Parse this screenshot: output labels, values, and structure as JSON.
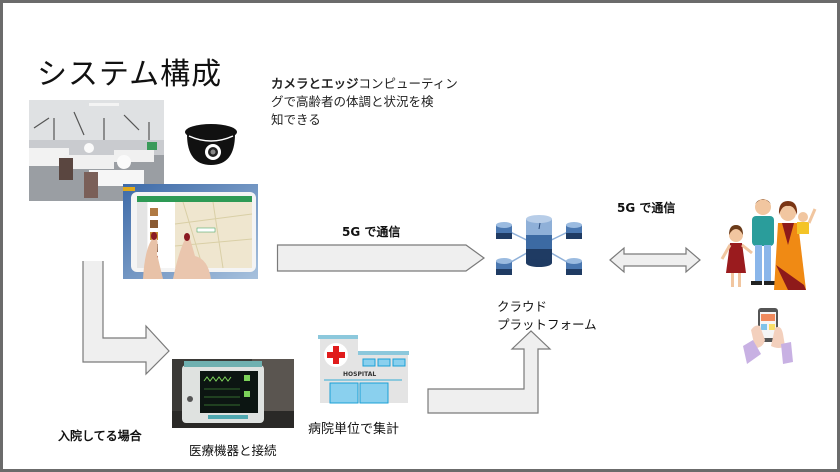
{
  "slide": {
    "title": "システム構成",
    "description": {
      "bold_part": "カメラとエッジ",
      "rest_line1": "コンピューティン",
      "line2": "グで高齢者の体調と状況を検",
      "line3": "知できる"
    },
    "labels": {
      "top_arrow": "5G で通信",
      "right_arrow": "5G で通信",
      "cloud_line1": "クラウド",
      "cloud_line2": "プラットフォーム",
      "hospitalized": "入院してる場合",
      "medical_device": "医療機器と接続",
      "hospital_aggregate": "病院単位で集計",
      "hospital_sign": "HOSPITAL"
    },
    "images": [
      {
        "name": "hospital-ward-photo",
        "subject": "hospital ward with beds"
      },
      {
        "name": "dome-camera-icon",
        "subject": "security dome camera"
      },
      {
        "name": "tablet-map-photo",
        "subject": "hands using tablet with map"
      },
      {
        "name": "cloud-database-icon",
        "subject": "central database connected to four databases"
      },
      {
        "name": "family-illustration",
        "subject": "family of four"
      },
      {
        "name": "smartphone-hands-icon",
        "subject": "hands holding smartphone"
      },
      {
        "name": "patient-monitor-photo",
        "subject": "medical vital signs monitor"
      },
      {
        "name": "hospital-building-icon",
        "subject": "hospital building with red cross"
      }
    ],
    "colors": {
      "arrow_fill": "#efefef",
      "arrow_stroke": "#7a7a7a",
      "frame": "#6b6b6b",
      "db_dark": "#1f3b63",
      "db_light": "#8fb0d8",
      "red_cross": "#e01b1b"
    }
  }
}
